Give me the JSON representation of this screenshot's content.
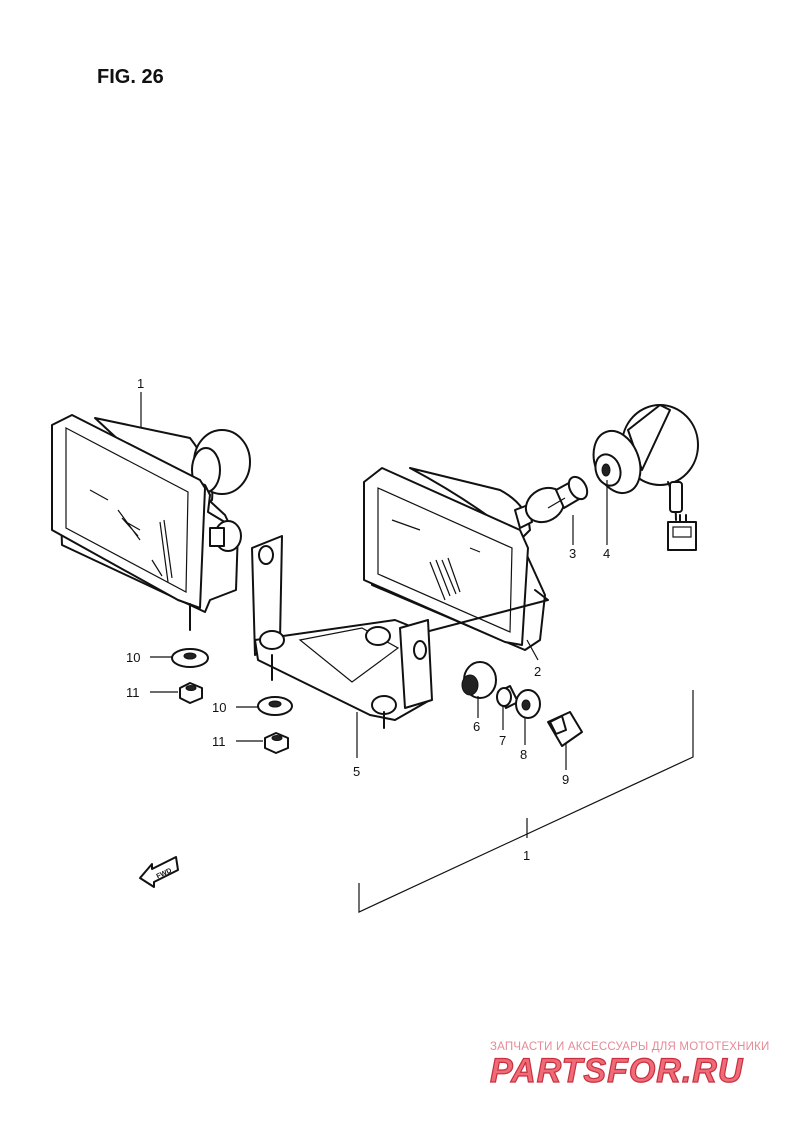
{
  "figure_title": "FIG. 26",
  "fwd_label": "FWD",
  "callouts": {
    "lamp_assy_top": "1",
    "lamp_housing": "2",
    "bulb": "3",
    "socket": "4",
    "bracket": "5",
    "grommet": "6",
    "spacer": "7",
    "washer": "8",
    "bolt": "9",
    "washer_left": "10",
    "nut_left": "11",
    "washer_mid": "10",
    "nut_mid": "11",
    "lamp_assy_bottom": "1"
  },
  "watermark": {
    "line1": "ЗАПЧАСТИ И АКСЕССУАРЫ ДЛЯ МОТОТЕХНИКИ",
    "line2": "PARTSFOR.RU"
  }
}
